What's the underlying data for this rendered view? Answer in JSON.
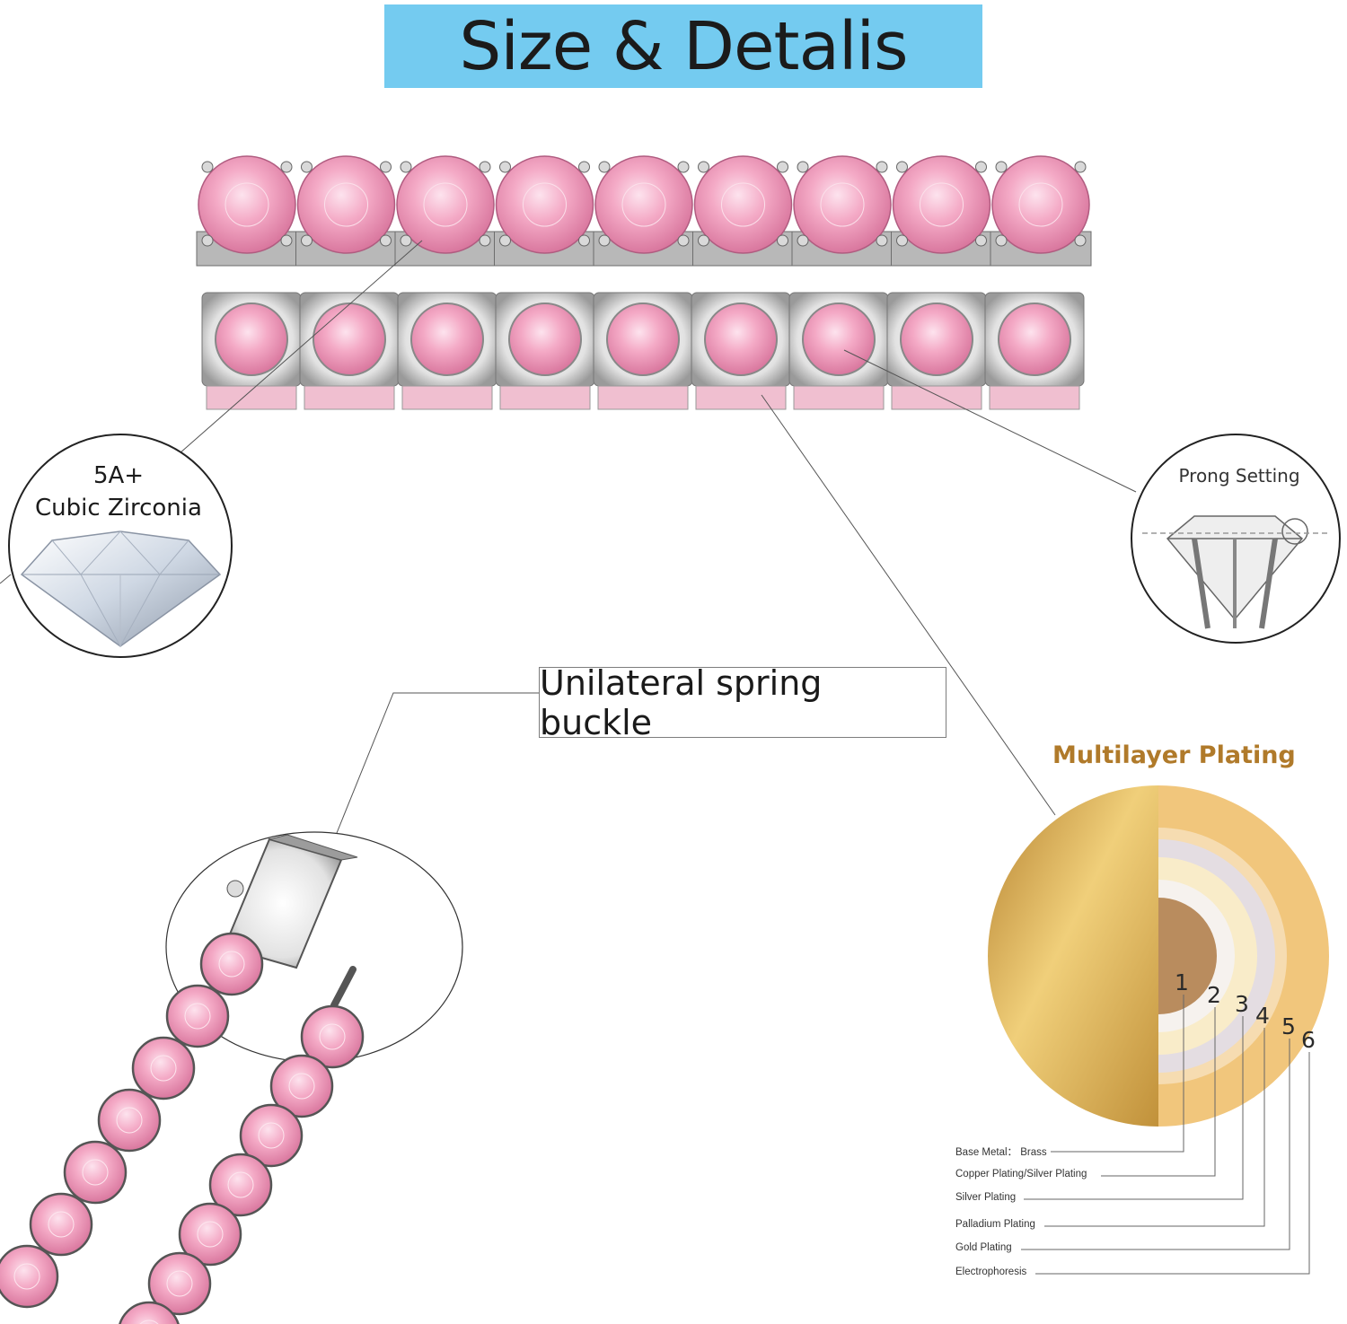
{
  "title": "Size & Detalis",
  "callouts": {
    "stone_line1": "5A+",
    "stone_line2": "Cubic Zirconia",
    "prong": "Prong Setting",
    "buckle": "Unilateral spring buckle"
  },
  "plating": {
    "title": "Multilayer Plating",
    "layers": [
      {
        "num": "1",
        "label": "Base Metal： Brass"
      },
      {
        "num": "2",
        "label": "Copper Plating/Silver Plating"
      },
      {
        "num": "3",
        "label": "Silver Plating"
      },
      {
        "num": "4",
        "label": "Palladium Plating"
      },
      {
        "num": "5",
        "label": "Gold Plating"
      },
      {
        "num": "6",
        "label": "Electrophoresis"
      }
    ]
  },
  "colors": {
    "title_band": "#74cbf0",
    "stone_pink": "#f3a9c2",
    "metal": "#c9c9c9",
    "gold": "#d7a548",
    "plating_title": "#b07a2a"
  },
  "icons": [
    "diamond-icon",
    "prong-setting-sketch",
    "plating-cross-section"
  ]
}
